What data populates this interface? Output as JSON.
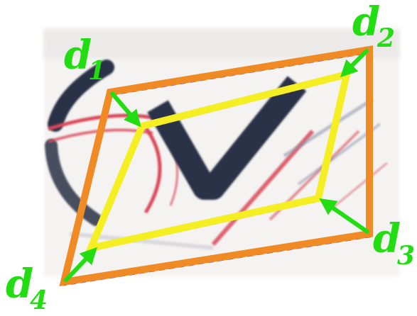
{
  "labels": {
    "d1": {
      "main": "d",
      "sub": "1"
    },
    "d2": {
      "main": "d",
      "sub": "2"
    },
    "d3": {
      "main": "d",
      "sub": "3"
    },
    "d4": {
      "main": "d",
      "sub": "4"
    }
  },
  "colors": {
    "outer_quad": "#f08a24",
    "inner_quad": "#f5ee22",
    "arrow": "#22dd11",
    "label": "#22dd11",
    "dashed_edge": "#1a2bd6",
    "glyph_dark": "#2a3046",
    "glyph_red": "#d94a5a"
  },
  "icons": {
    "background": "blurred-text-patch-image",
    "arrows": "displacement-arrow-icons"
  }
}
